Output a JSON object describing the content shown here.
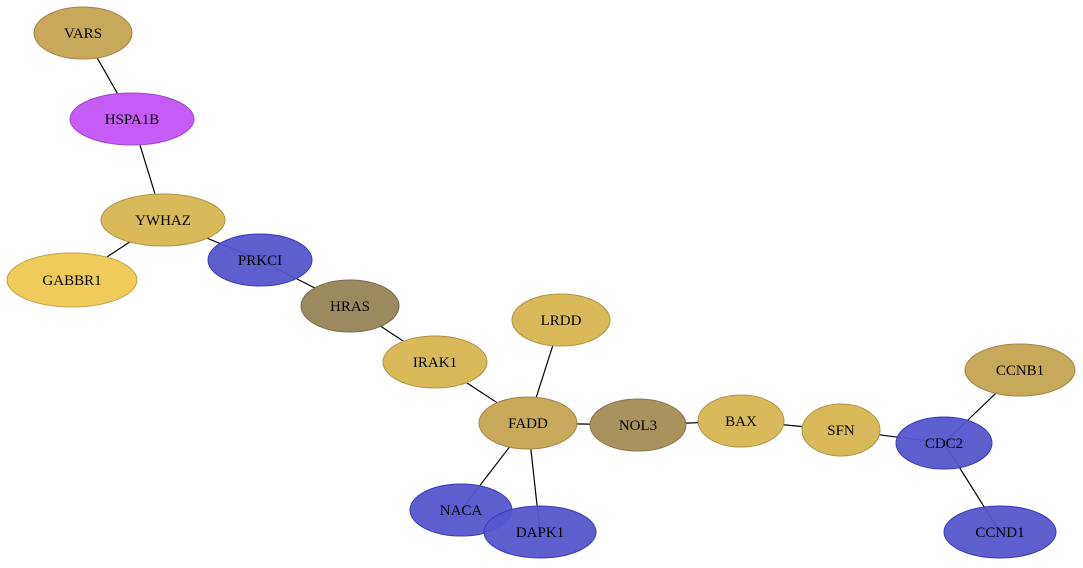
{
  "palette": {
    "gold": "#c8a85a",
    "light_gold": "#d9b95a",
    "yellow": "#f0cb5a",
    "olive": "#9a8a5e",
    "khaki": "#a8935e",
    "magenta": "#c45cf5",
    "blue": "#5555cc",
    "blue_stroke": "#3a3ab8",
    "edge": "#000000"
  },
  "nodes": [
    {
      "id": "VARS",
      "label": "VARS",
      "color": "gold"
    },
    {
      "id": "HSPA1B",
      "label": "HSPA1B",
      "color": "magenta"
    },
    {
      "id": "YWHAZ",
      "label": "YWHAZ",
      "color": "light_gold"
    },
    {
      "id": "GABBR1",
      "label": "GABBR1",
      "color": "yellow"
    },
    {
      "id": "PRKCI",
      "label": "PRKCI",
      "color": "blue"
    },
    {
      "id": "HRAS",
      "label": "HRAS",
      "color": "olive"
    },
    {
      "id": "IRAK1",
      "label": "IRAK1",
      "color": "light_gold"
    },
    {
      "id": "LRDD",
      "label": "LRDD",
      "color": "light_gold"
    },
    {
      "id": "FADD",
      "label": "FADD",
      "color": "gold"
    },
    {
      "id": "NOL3",
      "label": "NOL3",
      "color": "khaki"
    },
    {
      "id": "BAX",
      "label": "BAX",
      "color": "light_gold"
    },
    {
      "id": "SFN",
      "label": "SFN",
      "color": "light_gold"
    },
    {
      "id": "CDC2",
      "label": "CDC2",
      "color": "blue"
    },
    {
      "id": "CCNB1",
      "label": "CCNB1",
      "color": "gold"
    },
    {
      "id": "CCND1",
      "label": "CCND1",
      "color": "blue"
    },
    {
      "id": "NACA",
      "label": "NACA",
      "color": "blue"
    },
    {
      "id": "DAPK1",
      "label": "DAPK1",
      "color": "blue"
    }
  ],
  "edges": [
    [
      "VARS",
      "HSPA1B"
    ],
    [
      "HSPA1B",
      "YWHAZ"
    ],
    [
      "YWHAZ",
      "GABBR1"
    ],
    [
      "YWHAZ",
      "PRKCI"
    ],
    [
      "PRKCI",
      "HRAS"
    ],
    [
      "HRAS",
      "IRAK1"
    ],
    [
      "IRAK1",
      "FADD"
    ],
    [
      "LRDD",
      "FADD"
    ],
    [
      "FADD",
      "NOL3"
    ],
    [
      "FADD",
      "NACA"
    ],
    [
      "FADD",
      "DAPK1"
    ],
    [
      "NOL3",
      "BAX"
    ],
    [
      "BAX",
      "SFN"
    ],
    [
      "SFN",
      "CDC2"
    ],
    [
      "CDC2",
      "CCNB1"
    ],
    [
      "CDC2",
      "CCND1"
    ]
  ]
}
